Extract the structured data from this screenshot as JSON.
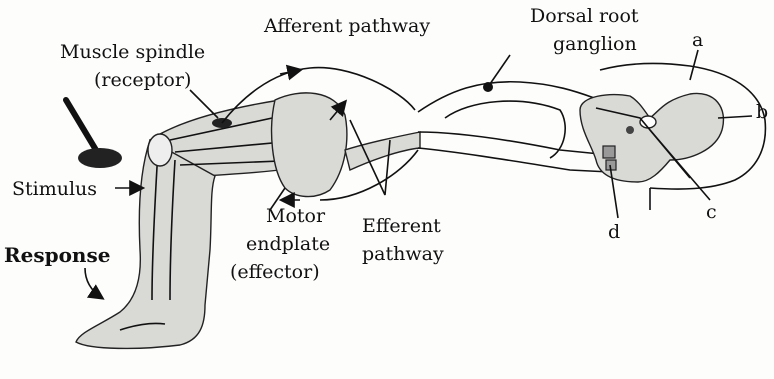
{
  "labels": {
    "afferent": "Afferent pathway",
    "drg_line1": "Dorsal root",
    "drg_line2": "ganglion",
    "spindle_line1": "Muscle spindle",
    "spindle_line2": "(receptor)",
    "stimulus": "Stimulus",
    "response": "Response",
    "motor_line1": "Motor",
    "motor_line2": "endplate",
    "motor_line3": "(effector)",
    "efferent_line1": "Efferent",
    "efferent_line2": "pathway",
    "a": "a",
    "b": "b",
    "c": "c",
    "d": "d"
  }
}
